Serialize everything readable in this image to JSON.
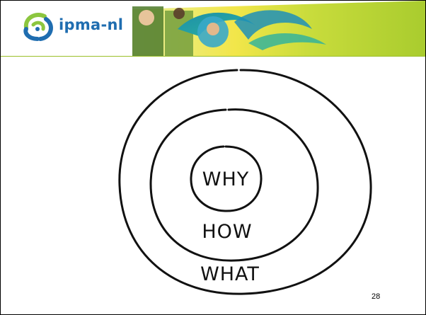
{
  "header": {
    "brand_name": "ipma-nl",
    "colors": {
      "brand_blue": "#1f6db0",
      "brand_green": "#8cc63f",
      "banner_green": "#b5d334",
      "banner_yellow": "#f4e23b",
      "banner_teal": "#1aa3a8"
    }
  },
  "diagram": {
    "rings": [
      {
        "label": "WHY"
      },
      {
        "label": "HOW"
      },
      {
        "label": "WHAT"
      }
    ]
  },
  "footer": {
    "page_number": "28"
  }
}
